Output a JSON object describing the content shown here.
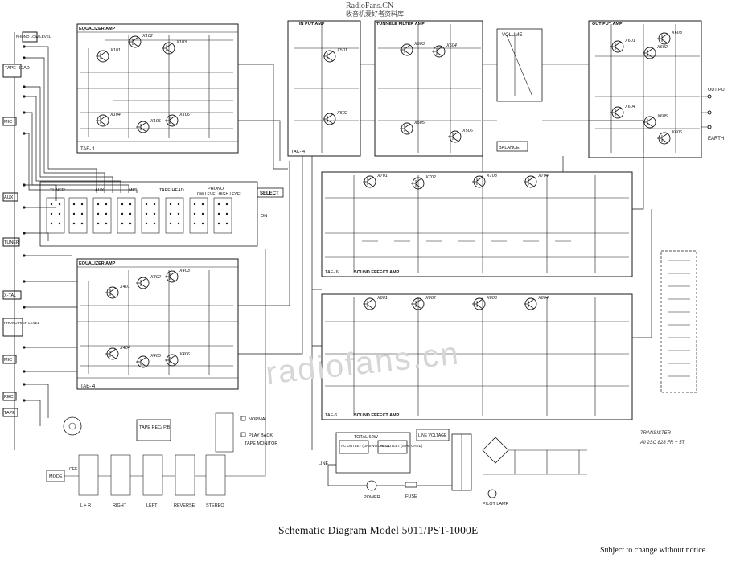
{
  "watermark": {
    "site": "RadioFans.CN",
    "subtitle": "收音机爱好者资料库",
    "ghost": "radiofans.cn"
  },
  "caption": "Schematic Diagram  Model 5011/PST-1000E",
  "notice": "Subject to change without notice",
  "handwritten_note": [
    "TRANSISTER",
    "All 2SC 828 FR + 5T"
  ],
  "boards": {
    "eq_amp_top": "EQUALIZER AMP",
    "eq_amp_bottom": "EQUALIZER AMP",
    "tae1": "TAE- 1",
    "tae4": "TAE- 4",
    "tae6_top": "TAE- 6",
    "tae6_bottom": "TAE-6",
    "tac": "TAC- 4",
    "input_amp": "IN PUT AMP",
    "tone_filter": "TUNNELE FILTER AMP",
    "volume": "VOLUME",
    "balance": "BALANCE",
    "output_amp": "OUT PUT AMP",
    "output_label": "OUT PUT",
    "earth": "EARTH",
    "sfx_top": "SOUND EFFECT AMP",
    "sfx_bottom": "SOUND EFFECT AMP",
    "select": "SELECT",
    "on": "ON",
    "off": "OFF",
    "tape_rec": "TAPE REC/ P.B",
    "normal": "NORMAL",
    "play_back": "PLAY BACK",
    "tape_monitor": "TAPE MONITOR",
    "mode": "MODE",
    "total_power": "TOTAL 60W",
    "ac_outlet1": "AC OUTLET (UNSWITCHED)",
    "ac_outlet2": "AC OUTLET (SWITCHED)",
    "line_voltage": "LINE VOLTAGE",
    "power": "POWER",
    "fuse": "FUSE",
    "pilot_lamp": "PILOT LAMP",
    "line": "LINE"
  },
  "left_inputs": [
    "PHONO LOW LEVEL",
    "TAPE HEAD",
    "MIC",
    "AUX",
    "TUNER",
    "X-TAL",
    "PHONO HIGH LEVEL",
    "MIC",
    "REC",
    "TAPE"
  ],
  "selector_groups": [
    "TUNER",
    "AUX",
    "MIC",
    "TAPE HEAD",
    "PHONO",
    "LOW LEVEL  HIGH LEVEL"
  ],
  "mode_switches": [
    "L + R",
    "RIGHT",
    "LEFT",
    "REVERSE",
    "STEREO"
  ],
  "transistors": {
    "eq_top": [
      "X101",
      "X102",
      "X103",
      "X104",
      "X105",
      "X106"
    ],
    "eq_bottom": [
      "X401",
      "X402",
      "X403",
      "X404",
      "X405",
      "X406"
    ],
    "input": [
      "X501",
      "X502"
    ],
    "tone": [
      "X503",
      "X504",
      "X505",
      "X506"
    ],
    "output": [
      "X601",
      "X602",
      "X603",
      "X604",
      "X605",
      "X606"
    ],
    "sfx_top": [
      "X701",
      "X702",
      "X703",
      "X704"
    ],
    "sfx_bottom": [
      "X801",
      "X802",
      "X803",
      "X804"
    ]
  },
  "palette": {
    "ink": "#1a1a1a",
    "paper": "#ffffff",
    "note": "#2a2a2a"
  }
}
